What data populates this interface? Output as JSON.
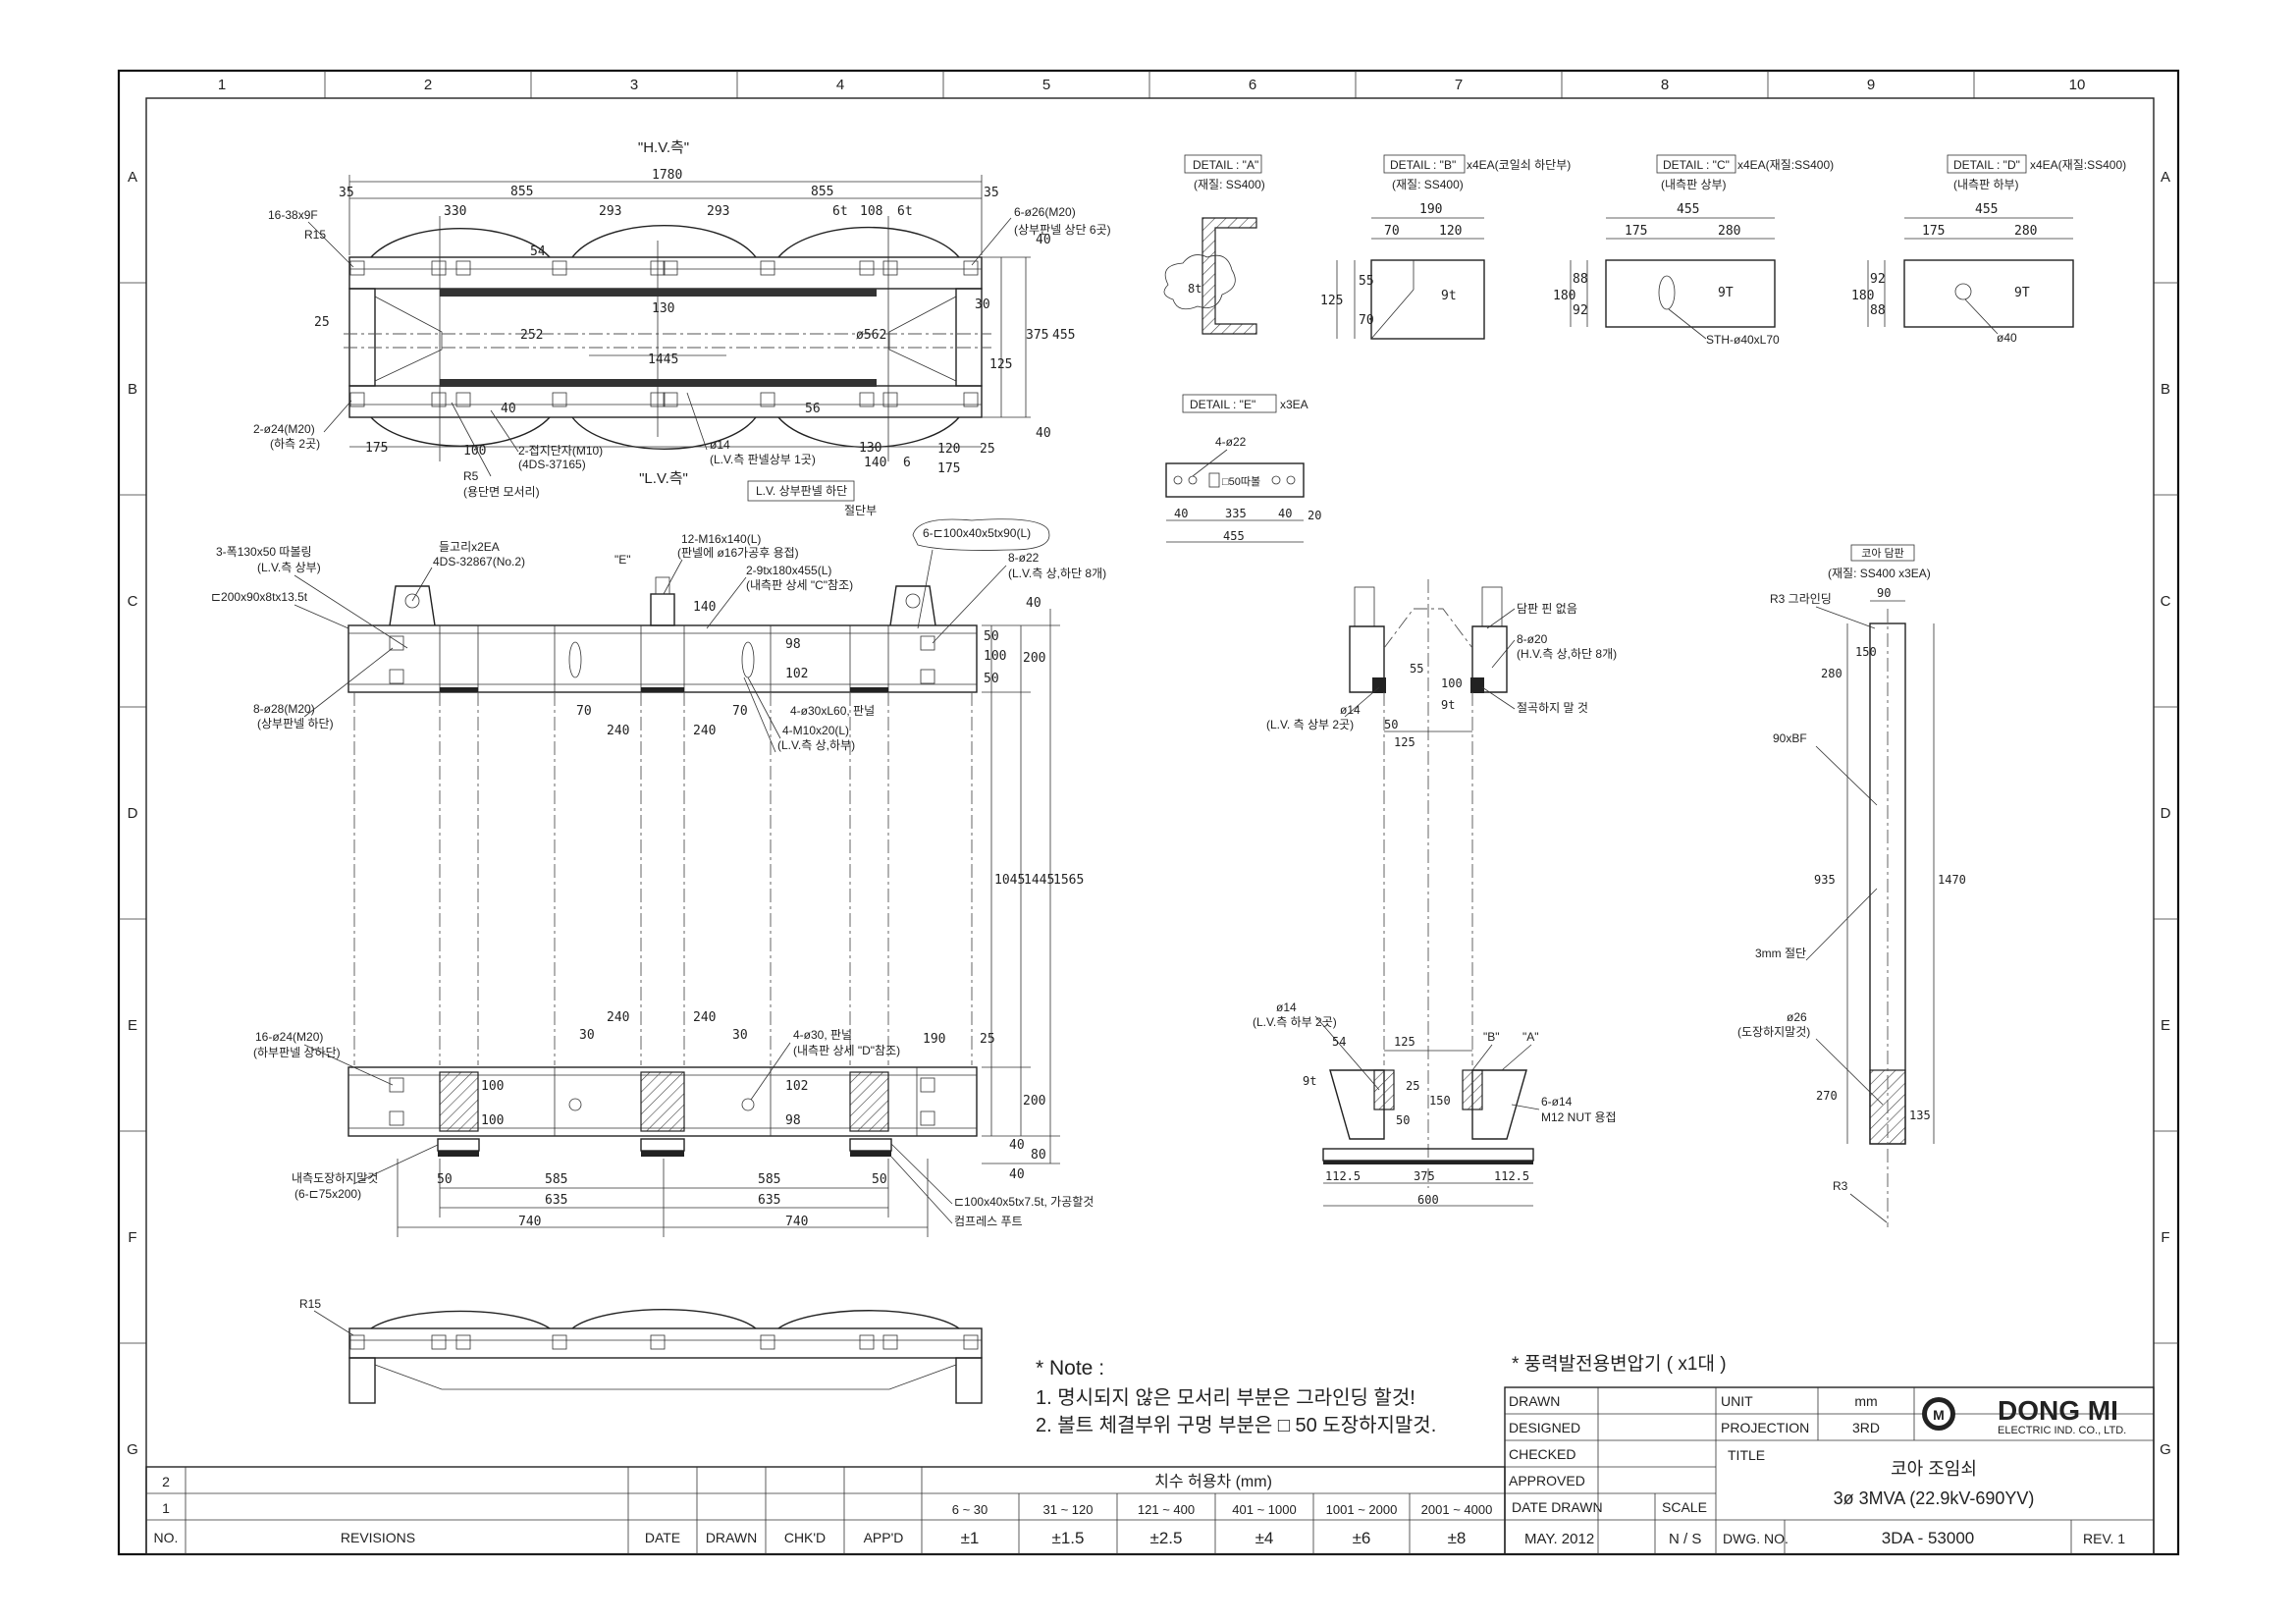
{
  "sheet": {
    "columns": [
      "1",
      "2",
      "3",
      "4",
      "5",
      "6",
      "7",
      "8",
      "9",
      "10"
    ],
    "rows": [
      "A",
      "B",
      "C",
      "D",
      "E",
      "F",
      "G"
    ]
  },
  "top_view": {
    "hv_side": "\"H.V.측\"",
    "lv_side": "\"L.V.측\"",
    "dims_top": [
      "35",
      "855",
      "1780",
      "855",
      "35",
      "330",
      "293",
      "293",
      "6t",
      "108",
      "6t",
      "54"
    ],
    "dims_mid": [
      "130",
      "1445",
      "252",
      "25",
      "375",
      "455",
      "125",
      "30",
      "40",
      "ø562"
    ],
    "dims_bottom": [
      "175",
      "100",
      "40",
      "40",
      "130",
      "140",
      "6",
      "120",
      "25",
      "175",
      "56"
    ],
    "callouts": [
      "16-38x9F",
      "R15",
      "6-ø26(M20)",
      "(상부판넬 상단 6곳)",
      "2-ø24(M20)",
      "(하측 2곳)",
      "R5",
      "(용단면 모서리)",
      "2-접지단자(M10)",
      "(4DS-37165)",
      "ø14",
      "(L.V.측 판넬상부 1곳)",
      "L.V. 상부판넬 하단",
      "절단부"
    ]
  },
  "front_view": {
    "callouts": [
      "3-폭130x50 따볼링",
      "(L.V.측 상부)",
      "⊏200x90x8tx13.5t",
      "들고리x2EA",
      "4DS-32867(No.2)",
      "\"E\"",
      "12-M16x140(L)",
      "(판넬에 ø16가공후 용접)",
      "2-9tx180x455(L)",
      "(내측판 상세 \"C\"참조)",
      "6-⊏100x40x5tx90(L)",
      "8-ø22",
      "(L.V.측 상,하단 8개)",
      "8-ø28(M20)",
      "(상부판넬 하단)",
      "4-ø30xL60, 판널",
      "4-M10x20(L)",
      "(L.V.측 상,하부)",
      "16-ø24(M20)",
      "(하부판넬 상하단)",
      "4-ø30, 판널",
      "(내측판 상세 \"D\"참조)",
      "내측도장하지말것",
      "(6-⊏75x200)",
      "⊏100x40x5tx7.5t, 가공할것",
      "컴프레스 푸트"
    ],
    "dims_upper": [
      "70",
      "240",
      "240",
      "70",
      "40",
      "50",
      "100",
      "50",
      "200",
      "98",
      "102",
      "140"
    ],
    "dims_vertical": [
      "1045",
      "1445",
      "1565"
    ],
    "dims_lower": [
      "240",
      "240",
      "30",
      "30",
      "190",
      "25",
      "100",
      "100",
      "200",
      "102",
      "98",
      "40",
      "80",
      "40"
    ],
    "dims_bottom": [
      "50",
      "585",
      "585",
      "50",
      "635",
      "635",
      "740",
      "740"
    ]
  },
  "side_view": {
    "callouts": [
      "담판 핀 없음",
      "8-ø20",
      "(H.V.측 상,하단 8개)",
      "절곡하지 말 것",
      "ø14",
      "(L.V. 측 상부 2곳)",
      "ø14",
      "(L.V.측 하부 2곳)",
      "\"B\"",
      "\"A\"",
      "6-ø14",
      "M12 NUT 용접"
    ],
    "dims": [
      "55",
      "100",
      "9t",
      "50",
      "125",
      "54",
      "125",
      "9t",
      "25",
      "150",
      "50",
      "112.5",
      "375",
      "112.5",
      "600"
    ]
  },
  "details": {
    "a": {
      "label": "DETAIL : \"A\"",
      "material": "(재질: SS400)",
      "dims": [
        "8t"
      ]
    },
    "b": {
      "label": "DETAIL : \"B\"",
      "qty": "x4EA(코일쇠 하단부)",
      "material": "(재질: SS400)",
      "dims": [
        "190",
        "70",
        "120",
        "125",
        "55",
        "70",
        "9t"
      ]
    },
    "c": {
      "label": "DETAIL : \"C\"",
      "qty": "x4EA(재질:SS400)",
      "material": "(내측판 상부)",
      "dims": [
        "455",
        "175",
        "280",
        "180",
        "88",
        "92",
        "9T"
      ],
      "note": "STH-ø40xL70"
    },
    "d": {
      "label": "DETAIL : \"D\"",
      "qty": "x4EA(재질:SS400)",
      "material": "(내측판 하부)",
      "dims": [
        "455",
        "175",
        "280",
        "180",
        "92",
        "88",
        "9T"
      ],
      "note": "ø40"
    },
    "e": {
      "label": "DETAIL : \"E\"",
      "qty": "x3EA",
      "callout": "4-ø22",
      "sq": "□50따볼",
      "dims": [
        "40",
        "335",
        "40",
        "455",
        "20"
      ]
    }
  },
  "core_bar": {
    "title": "코아 담판",
    "material": "(재질: SS400 x3EA)",
    "callouts": [
      "R3 그라인딩",
      "90xBF",
      "3mm 절단",
      "ø26",
      "(도장하지말것)",
      "R3"
    ],
    "dims": [
      "90",
      "150",
      "280",
      "935",
      "1470",
      "270",
      "135"
    ]
  },
  "bottom_view": {
    "callout": "R15"
  },
  "notes": {
    "title": "* Note :",
    "items": [
      "1. 명시되지 않은 모서리 부분은 그라인딩 할것!",
      "2. 볼트 체결부위 구멍 부분은 □ 50 도장하지말것."
    ]
  },
  "wind_note": "* 풍력발전용변압기 ( x1대 )",
  "title_block": {
    "drawn_label": "DRAWN",
    "designed_label": "DESIGNED",
    "checked_label": "CHECKED",
    "approved_label": "APPROVED",
    "date_drawn_label": "DATE DRAWN",
    "scale_label": "SCALE",
    "date_drawn": "MAY. 2012",
    "scale": "N / S",
    "unit_label": "UNIT",
    "unit": "mm",
    "projection_label": "PROJECTION",
    "projection": "3RD",
    "company": "DONG MI",
    "company_sub": "ELECTRIC IND. CO., LTD.",
    "title_label": "TITLE",
    "title_line1": "코아 조임쇠",
    "title_line2": "3ø 3MVA (22.9kV-690YV)",
    "dwg_no_label": "DWG. NO.",
    "dwg_no": "3DA - 53000",
    "rev": "REV. 1"
  },
  "revisions": {
    "rows": [
      "2",
      "1"
    ],
    "headers": [
      "NO.",
      "REVISIONS",
      "DATE",
      "DRAWN",
      "CHK'D",
      "APP'D"
    ]
  },
  "tolerance": {
    "title": "치수 허용차    (mm)",
    "ranges": [
      "6 ~    30",
      "31 ~   120",
      "121 ~  400",
      "401 ~ 1000",
      "1001 ~ 2000",
      "2001 ~ 4000"
    ],
    "values": [
      "±1",
      "±1.5",
      "±2.5",
      "±4",
      "±6",
      "±8"
    ]
  }
}
